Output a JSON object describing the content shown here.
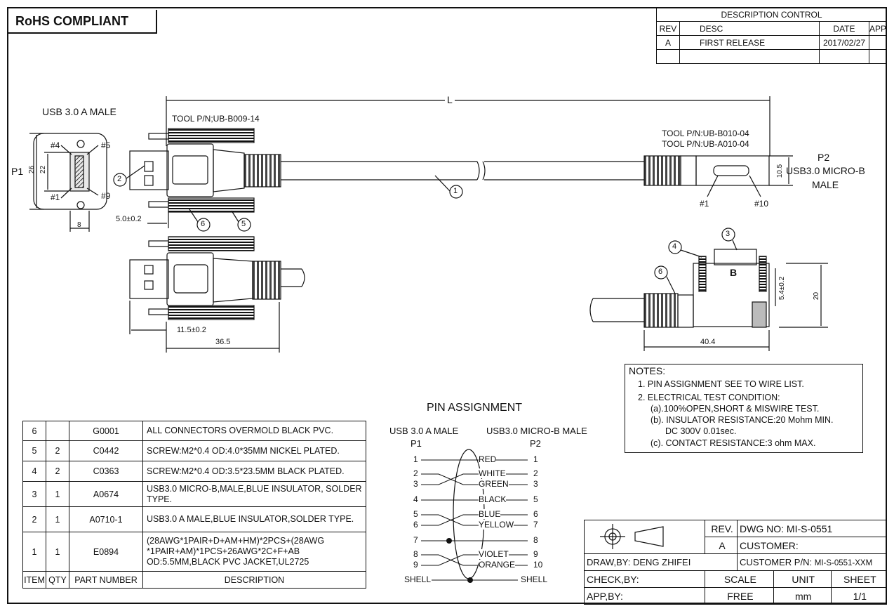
{
  "header": {
    "rohs": "RoHS COMPLIANT"
  },
  "revision": {
    "title": "DESCRIPTION  CONTROL",
    "headers": [
      "REV",
      "DESC",
      "DATE",
      "APP"
    ],
    "rows": [
      [
        "A",
        "FIRST RELEASE",
        "2017/02/27",
        ""
      ]
    ]
  },
  "drawing": {
    "usb_a_label": "USB 3.0 A MALE",
    "p1": "P1",
    "dim_26": "26",
    "dim_22": "22",
    "dim_8": "8",
    "pin4": "#4",
    "pin5": "#5",
    "pin1": "#1",
    "pin9": "#9",
    "tool_a": "TOOL P/N;UB-B009-14",
    "tool_b1": "TOOL P/N:UB-B010-04",
    "tool_b2": "TOOL P/N:UB-A010-04",
    "length": "L",
    "p2": "P2",
    "p2_name1": "USB3.0 MICRO-B",
    "p2_name2": "MALE",
    "dim_10_5": "10.5",
    "micro_pin1": "#1",
    "micro_pin10": "#10",
    "call1": "1",
    "call2": "2",
    "call3": "3",
    "call4": "4",
    "call5": "5",
    "call6": "6",
    "call6b": "6",
    "dim_5_0": "5.0±0.2",
    "dim_11_5": "11.5±0.2",
    "dim_36_5": "36.5",
    "dim_5_4": "5.4±0.2",
    "dim_20": "20",
    "dim_40_4": "40.4",
    "micro_b": "B"
  },
  "notes": {
    "title": "NOTES:",
    "lines": [
      "1. PIN ASSIGNMENT SEE TO WIRE LIST.",
      "2. ELECTRICAL TEST CONDITION:",
      "(a).100%OPEN,SHORT & MISWIRE TEST.",
      "(b). INSULATOR RESISTANCE:20 Mohm MIN.",
      "DC 300V 0.01sec.",
      "(c). CONTACT RESISTANCE:3 ohm MAX."
    ]
  },
  "pin_assignment": {
    "title": "PIN   ASSIGNMENT",
    "left_title": "USB 3.0 A MALE",
    "right_title": "USB3.0 MICRO-B MALE",
    "left_p": "P1",
    "right_p": "P2",
    "rows": [
      {
        "l": "1",
        "color": "RED",
        "r": "1"
      },
      {
        "l": "2",
        "color": "WHITE",
        "r": "2"
      },
      {
        "l": "3",
        "color": "GREEN",
        "r": "3"
      },
      {
        "l": "4",
        "color": "BLACK",
        "r": "5"
      },
      {
        "l": "5",
        "color": "BLUE",
        "r": "6"
      },
      {
        "l": "6",
        "color": "YELLOW",
        "r": "7"
      },
      {
        "l": "7",
        "color": "",
        "r": "8"
      },
      {
        "l": "8",
        "color": "VIOLET",
        "r": "9"
      },
      {
        "l": "9",
        "color": "ORANGE",
        "r": "10"
      },
      {
        "l": "SHELL",
        "color": "",
        "r": "SHELL"
      }
    ]
  },
  "bom": {
    "headers": [
      "ITEM",
      "QTY",
      "PART NUMBER",
      "DESCRIPTION"
    ],
    "rows": [
      {
        "item": "6",
        "qty": "",
        "pn": "G0001",
        "desc": "ALL CONNECTORS OVERMOLD BLACK PVC."
      },
      {
        "item": "5",
        "qty": "2",
        "pn": "C0442",
        "desc": "SCREW:M2*0.4 OD:4.0*35MM NICKEL PLATED."
      },
      {
        "item": "4",
        "qty": "2",
        "pn": "C0363",
        "desc": "SCREW:M2*0.4 OD:3.5*23.5MM BLACK PLATED."
      },
      {
        "item": "3",
        "qty": "1",
        "pn": "A0674",
        "desc": "USB3.0 MICRO-B,MALE,BLUE INSULATOR, SOLDER TYPE."
      },
      {
        "item": "2",
        "qty": "1",
        "pn": "A0710-1",
        "desc": "USB3.0 A MALE,BLUE INSULATOR,SOLDER TYPE."
      },
      {
        "item": "1",
        "qty": "1",
        "pn": "E0894",
        "desc": "(28AWG*1PAIR+D+AM+HM)*2PCS+(28AWG *1PAIR+AM)*1PCS+26AWG*2C+F+AB OD:5.5MM,BLACK PVC JACKET,UL2725"
      }
    ]
  },
  "title_block": {
    "rev_label": "REV.",
    "rev_value": "A",
    "dwg_no": "DWG NO:  MI-S-0551",
    "customer": "CUSTOMER:",
    "draw_by": "DRAW,BY: DENG ZHIFEI",
    "customer_pn_label": "CUSTOMER P/N:",
    "customer_pn": "MI-S-0551-XXM",
    "check_by": "CHECK,BY:",
    "app_by": "APP,BY:",
    "scale_label": "SCALE",
    "unit_label": "UNIT",
    "sheet_label": "SHEET",
    "scale": "FREE",
    "unit": "mm",
    "sheet": "1/1"
  }
}
